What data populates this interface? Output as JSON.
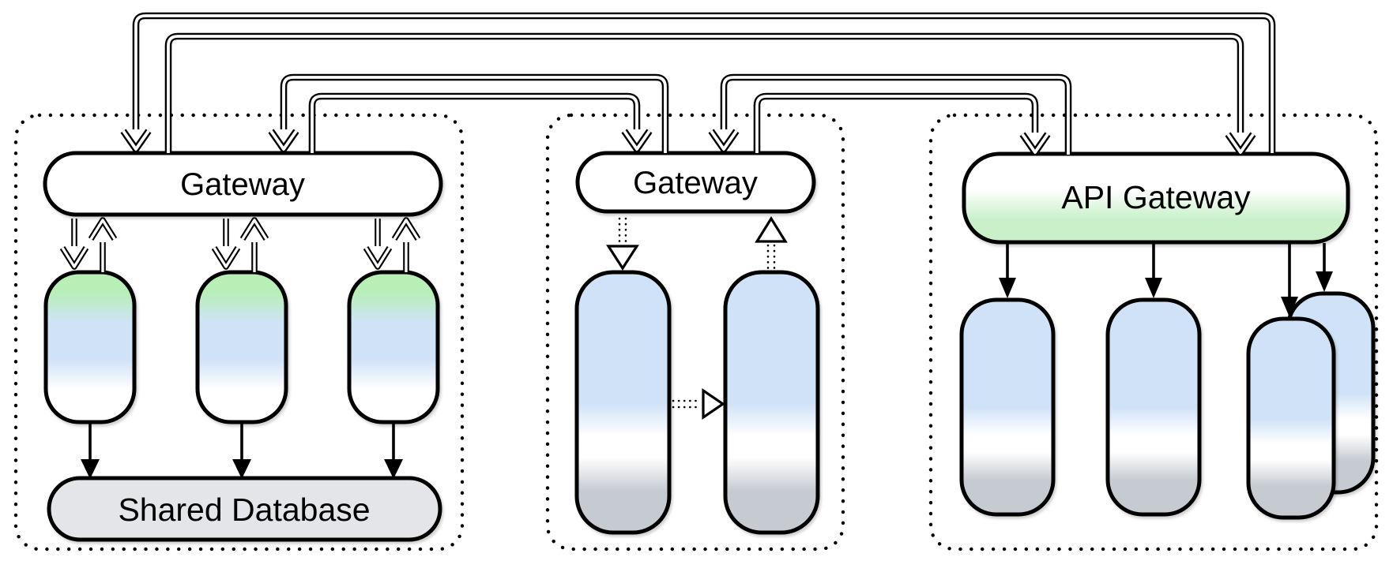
{
  "groups": [
    {
      "id": "left-context",
      "gateway_label": "Gateway",
      "service_count": 3,
      "database_label": "Shared Database"
    },
    {
      "id": "middle-context",
      "gateway_label": "Gateway",
      "service_count": 2
    },
    {
      "id": "right-context",
      "gateway_label": "API Gateway",
      "service_count": 3
    }
  ],
  "colors": {
    "outline": "#000000",
    "background": "#ffffff",
    "service_blue": "#cfe2f8",
    "service_green": "#b7efb7",
    "service_gray": "#c6cbd2",
    "api_gateway_green": "#c9f0c9",
    "database_gray": "#e3e5e9",
    "replication_green": "#169a16"
  }
}
